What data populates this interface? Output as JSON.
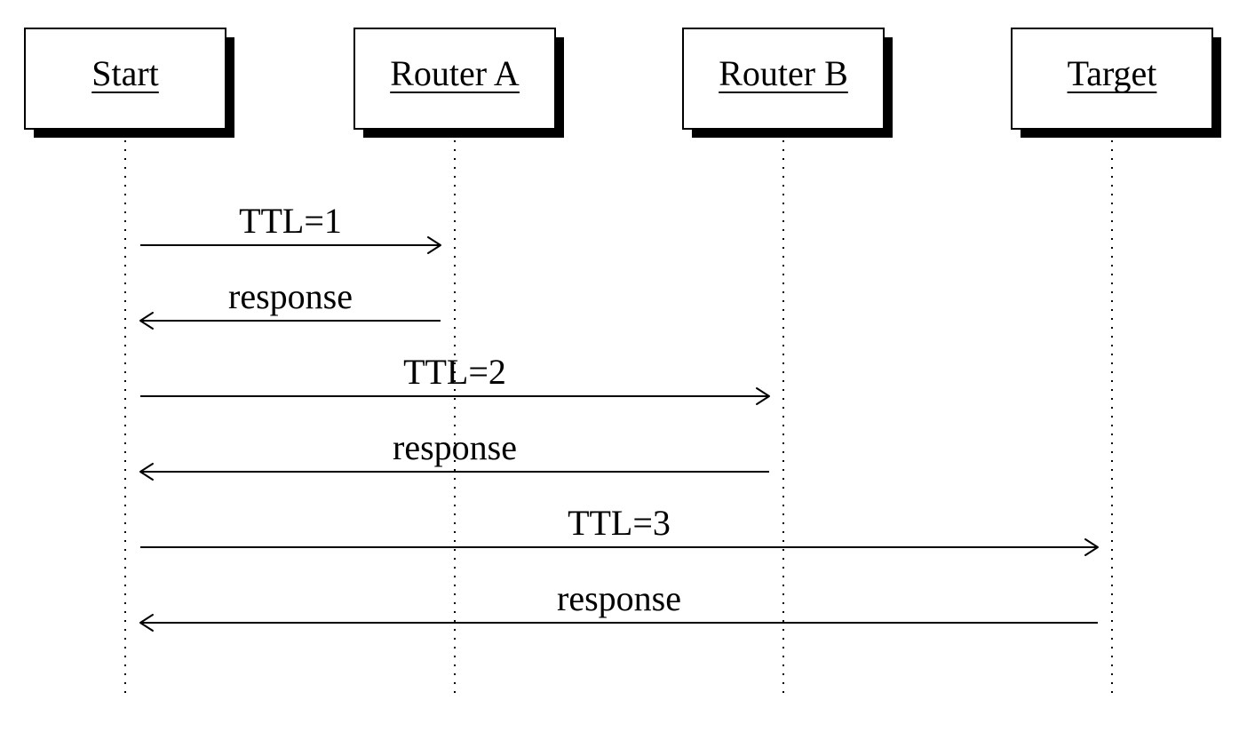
{
  "participants": [
    {
      "id": "start",
      "label": "Start"
    },
    {
      "id": "router-a",
      "label": "Router A"
    },
    {
      "id": "router-b",
      "label": "Router B"
    },
    {
      "id": "target",
      "label": "Target"
    }
  ],
  "messages": [
    {
      "from": 0,
      "to": 1,
      "label": "TTL=1"
    },
    {
      "from": 1,
      "to": 0,
      "label": "response"
    },
    {
      "from": 0,
      "to": 2,
      "label": "TTL=2"
    },
    {
      "from": 2,
      "to": 0,
      "label": "response"
    },
    {
      "from": 0,
      "to": 3,
      "label": "TTL=3"
    },
    {
      "from": 3,
      "to": 0,
      "label": "response"
    }
  ]
}
